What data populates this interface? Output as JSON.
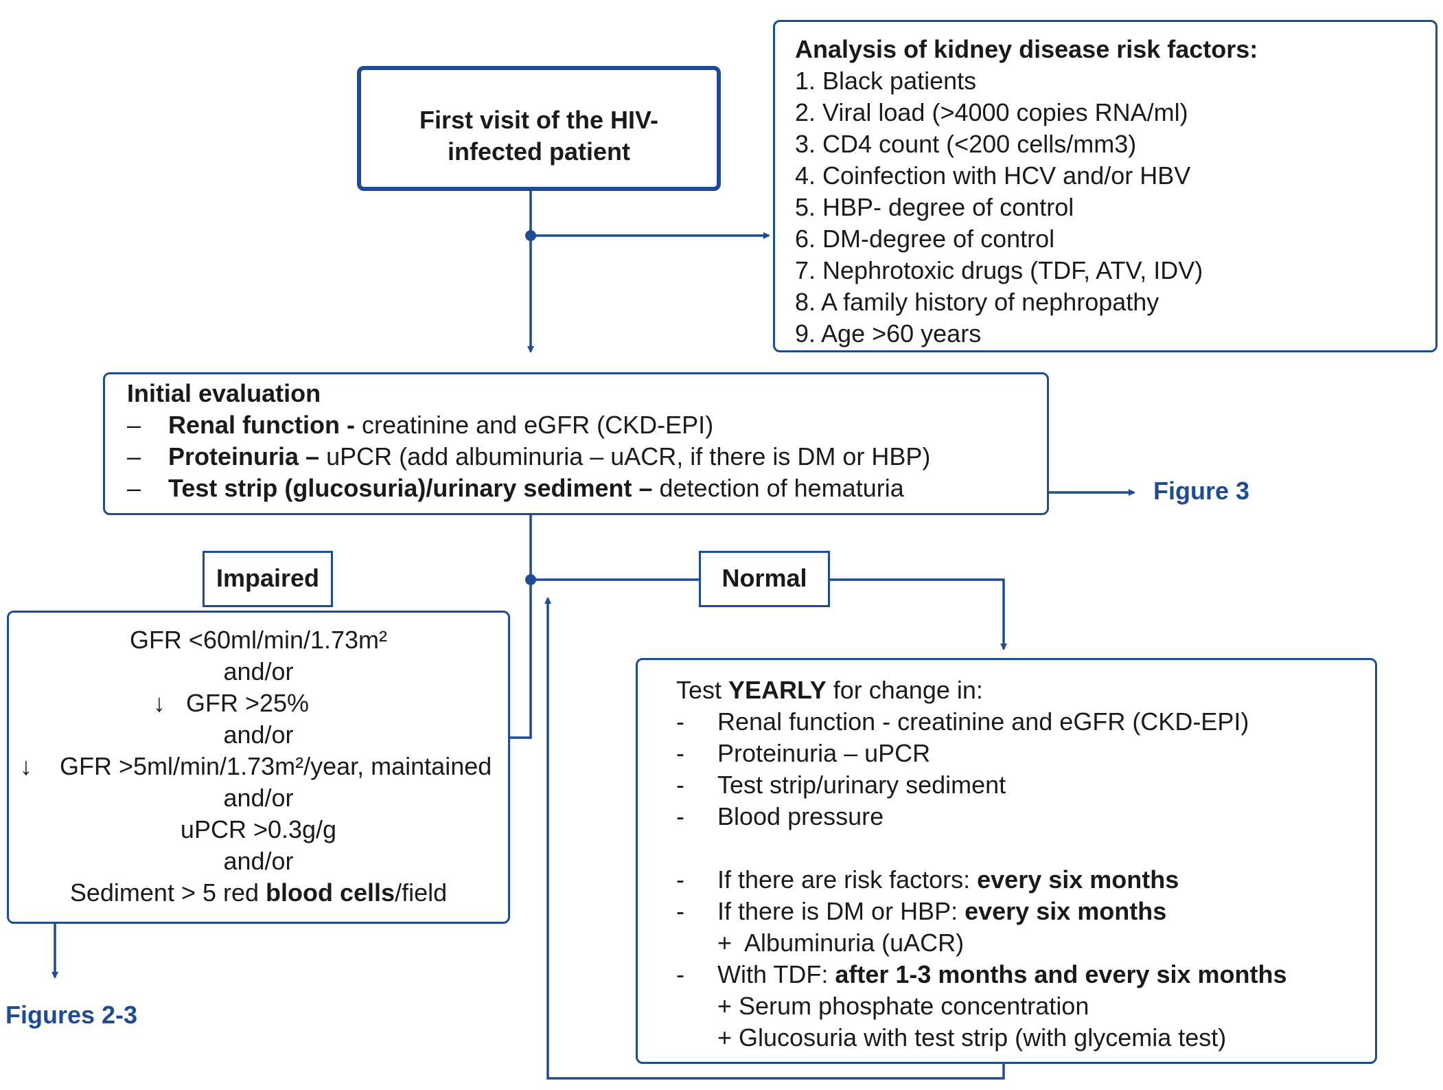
{
  "start": {
    "line1": "First visit of the HIV-",
    "line2": "infected patient"
  },
  "risk": {
    "title": "Analysis of kidney disease risk factors:",
    "items": [
      "1. Black patients",
      "2. Viral load (>4000 copies RNA/ml)",
      "3. CD4 count (<200 cells/mm3)",
      "4. Coinfection with HCV and/or HBV",
      "5. HBP- degree of control",
      "6. DM-degree of control",
      "7. Nephrotoxic drugs (TDF, ATV, IDV)",
      "8. A family history of nephropathy",
      "9. Age >60 years"
    ]
  },
  "initial": {
    "title": "Initial evaluation",
    "dash": "–",
    "rows": [
      {
        "bold": "Renal function -",
        "rest": " creatinine and eGFR (CKD-EPI)"
      },
      {
        "bold": "Proteinuria –",
        "rest": " uPCR (add albuminuria – uACR, if there is DM or HBP)"
      },
      {
        "bold": "Test strip (glucosuria)/urinary sediment –",
        "rest": " detection of hematuria"
      }
    ]
  },
  "fig3": "Figure 3",
  "impaired": {
    "label": "Impaired",
    "l1": "GFR <60ml/min/1.73m²",
    "andor": "and/or",
    "l2": "↓   GFR >25%",
    "l3": "↓    GFR >5ml/min/1.73m²/year, maintained",
    "l4": "uPCR >0.3g/g",
    "l5a": "Sediment > 5 red ",
    "l5b": "blood cells",
    "l5c": "/field"
  },
  "fig23": "Figures 2-3",
  "normal": {
    "label": "Normal"
  },
  "yearly": {
    "pre": "Test ",
    "bold": "YEARLY",
    "post": " for change in:",
    "dash": "-",
    "items": [
      "Renal function - creatinine and eGFR (CKD-EPI)",
      "Proteinuria – uPCR",
      "Test strip/urinary sediment",
      "Blood pressure"
    ],
    "risk_pre": "If there are risk factors: ",
    "risk_bold": "every six months",
    "dm_pre": "If there is DM or HBP: ",
    "dm_bold": "every six months",
    "albu": "+  Albuminuria (uACR)",
    "tdf_pre": "With TDF: ",
    "tdf_bold": "after 1-3 months and every six months",
    "phos": "+ Serum phosphate concentration",
    "gluc": "+ Glucosuria with test strip (with glycemia test)"
  },
  "colors": {
    "accent": "#1e4b94",
    "text": "#1a1a1a"
  }
}
